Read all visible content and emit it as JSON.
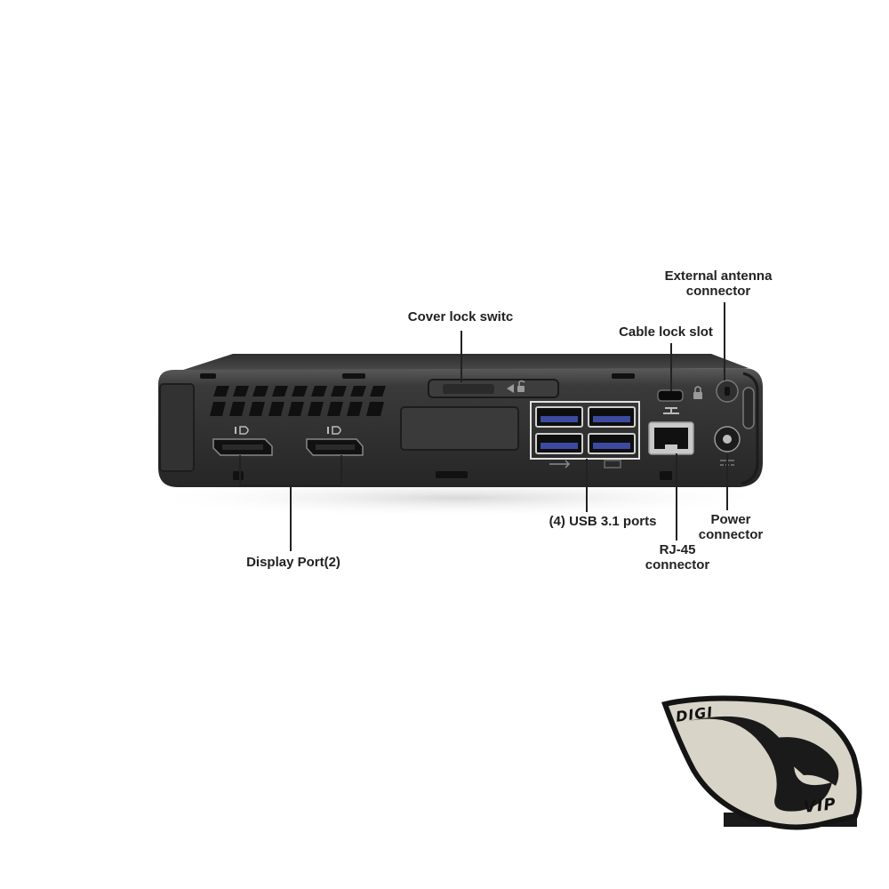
{
  "labels": {
    "external_antenna_line1": "External antenna",
    "external_antenna_line2": "connector",
    "cover_lock": "Cover lock switc",
    "cable_lock": "Cable lock slot",
    "usb_ports": "(4) USB 3.1 ports",
    "power_line1": "Power",
    "power_line2": "connector",
    "rj45_line1": "RJ-45",
    "rj45_line2": "connector",
    "display_port": "Display Port(2)"
  },
  "watermark": {
    "top_word": "DIGI",
    "bottom_word": "VIP"
  },
  "colors": {
    "chassis": "#2b2b2b",
    "chassis_light": "#4a4a4a",
    "port_dark": "#111111",
    "port_silver": "#c9c9c9",
    "logo_fill": "#d9d4c8",
    "logo_outline": "#141414"
  }
}
